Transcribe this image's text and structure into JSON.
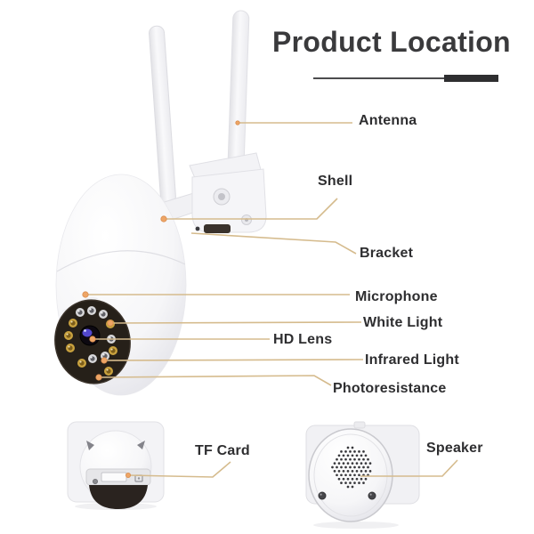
{
  "title": {
    "text": "Product Location"
  },
  "labels": {
    "antenna": "Antenna",
    "shell": "Shell",
    "bracket": "Bracket",
    "microphone": "Microphone",
    "white_light": "White Light",
    "hd_lens": "HD Lens",
    "infrared_light": "Infrared Light",
    "photoresistance": "Photoresistance",
    "tf_card": "TF Card",
    "speaker": "Speaker"
  },
  "colors": {
    "label_text": "#2e2e30",
    "title_text": "#3a3a3c",
    "title_rule": "#2e2e30",
    "leader_line": "#d5bb8d",
    "leader_dot": "#eea566",
    "camera_body": "#f6f6f8",
    "camera_face": "#262019",
    "lens_glow": "#564bd8",
    "white_light_led": "#c9a23f",
    "infrared_led": "#d8d8da"
  }
}
